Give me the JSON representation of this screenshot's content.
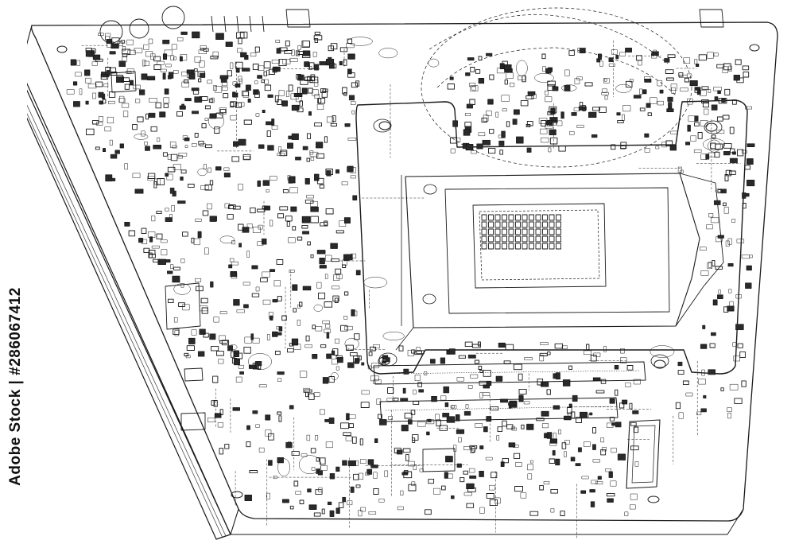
{
  "image": {
    "kind": "stock-illustration",
    "subject": "motherboard wireframe",
    "stroke_color": "#1a1a1a",
    "background_color": "#ffffff"
  },
  "watermark": {
    "stock_text": "Adobe Stock | #286067412"
  }
}
